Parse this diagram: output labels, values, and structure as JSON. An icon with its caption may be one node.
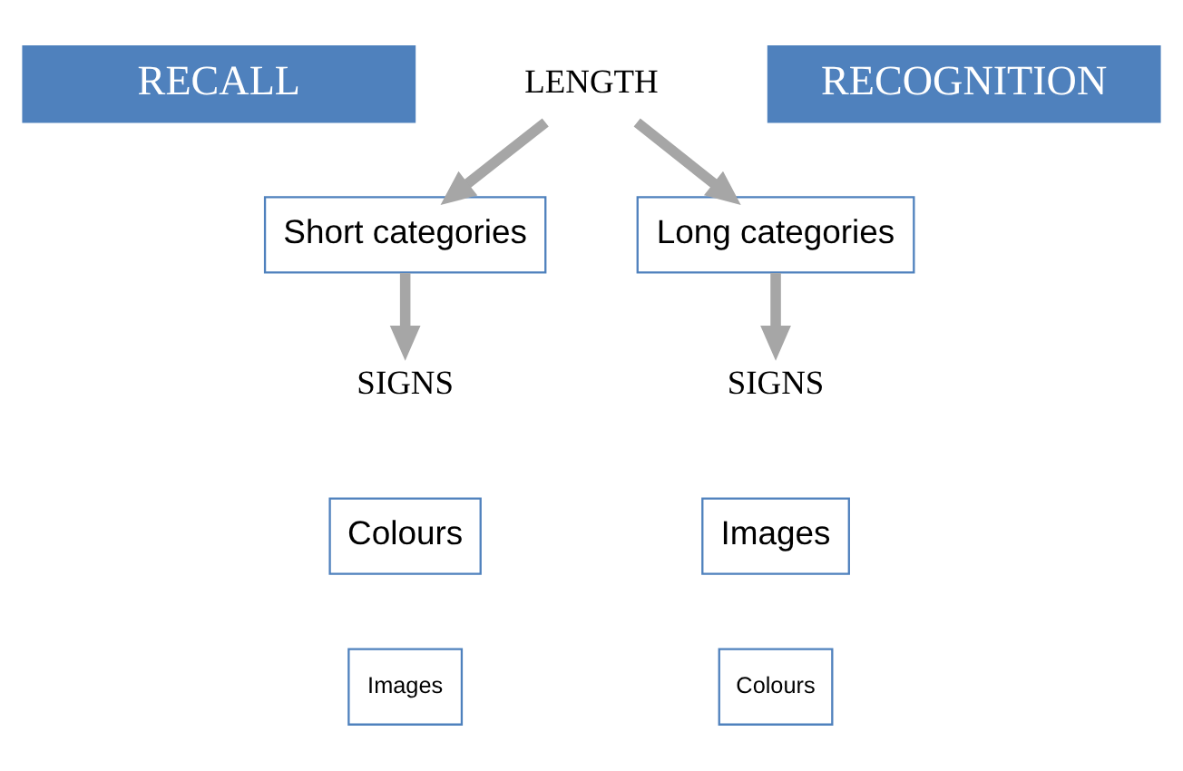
{
  "diagram": {
    "nodes": [
      {
        "text": [
          "RECALL"
        ]
      },
      {
        "text": [
          "RECOGNITION"
        ]
      },
      {
        "text": [
          "LENGTH"
        ]
      },
      {
        "text": [
          "Short categories"
        ]
      },
      {
        "text": [
          "Long categories"
        ]
      },
      {
        "text": [
          "SIGNS"
        ]
      },
      {
        "text": [
          "Colours"
        ]
      },
      {
        "text": [
          "Images"
        ]
      },
      {
        "text": [
          "SIGNS"
        ]
      },
      {
        "text": [
          "Images"
        ]
      },
      {
        "text": [
          "Colours"
        ]
      }
    ],
    "edges": [
      {
        "from": 2,
        "to": 3,
        "arrow": "to"
      },
      {
        "from": 2,
        "to": 4,
        "arrow": "to"
      },
      {
        "from": 3,
        "to": 5,
        "arrow": "to"
      },
      {
        "from": 4,
        "to": 8,
        "arrow": "to"
      }
    ]
  }
}
